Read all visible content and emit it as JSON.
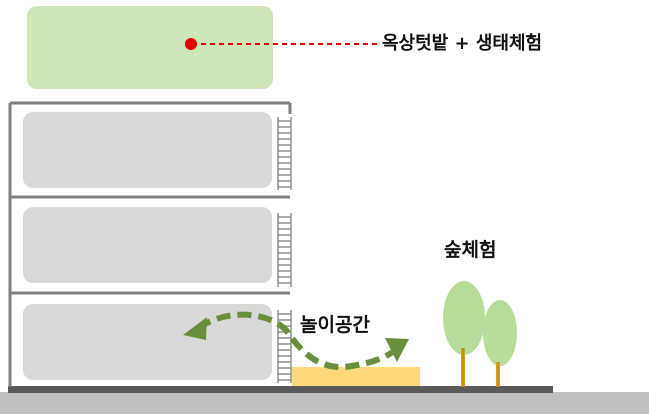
{
  "labels": {
    "rooftop": "옥상텃밭 + 생태체험",
    "forest": "숲체험",
    "play_space": "놀이공간"
  },
  "colors": {
    "rooftop_garden": "#cfe6b9",
    "floor_room": "#d9d9d9",
    "building_frame": "#7f7f7f",
    "ground_line": "#595959",
    "ground_fill": "#bfbfbf",
    "leader_dot": "#e00000",
    "leader_line": "#e00000",
    "play_mat": "#ffd97a",
    "flow_arrow": "#6a8f3c",
    "tree_canopy": "#b9dc9b",
    "tree_trunk": "#c7920f"
  },
  "floors": [
    "floor-3",
    "floor-2",
    "floor-1"
  ],
  "trees": [
    "tree-large",
    "tree-small"
  ]
}
